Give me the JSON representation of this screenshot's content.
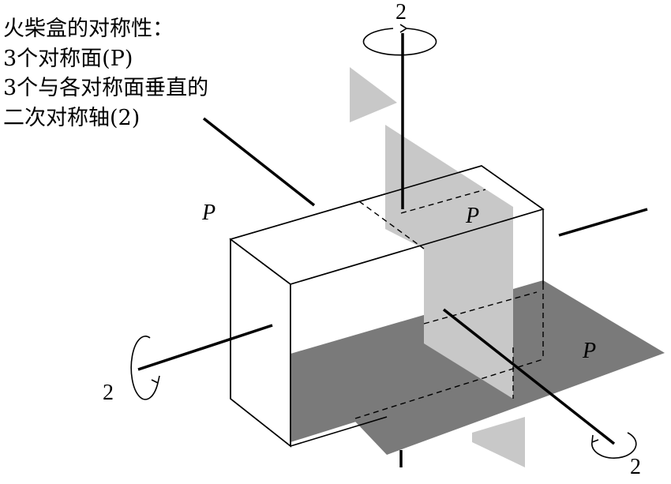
{
  "caption": {
    "lines": [
      "火柴盒的对称性：",
      "3个对称面(P)",
      "3个与各对称面垂直的",
      "二次对称轴(2)"
    ]
  },
  "labels": {
    "plane_symbol": "P",
    "axis_order": "2"
  },
  "colors": {
    "plane_vertical": "#c8c8c8",
    "plane_horizontal": "#7a7a7a",
    "edge": "#000000"
  }
}
